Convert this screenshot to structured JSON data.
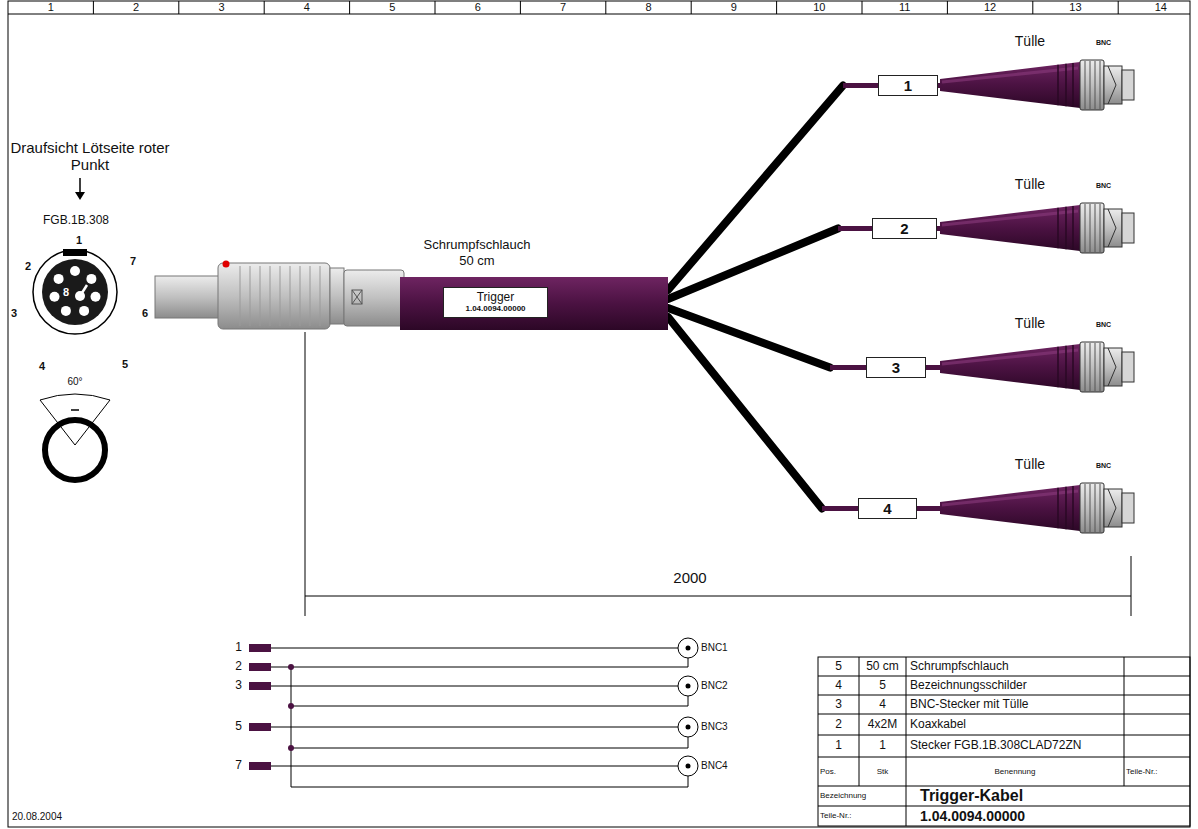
{
  "diagram": {
    "nodes": [
      {
        "text": [
          "Schrumpfschlauch 50 cm"
        ]
      },
      {
        "text": [
          "Trigger",
          "1.04.0094.00000"
        ],
        "in": 0
      },
      {
        "text": [
          "1"
        ]
      },
      {
        "text": [
          "2"
        ]
      },
      {
        "text": [
          "3"
        ]
      },
      {
        "text": [
          "4"
        ]
      },
      {
        "text": [
          "Tülle",
          "BNC"
        ]
      },
      {
        "text": [
          "Tülle",
          "BNC"
        ]
      },
      {
        "text": [
          "Tülle",
          "BNC"
        ]
      },
      {
        "text": [
          "Tülle",
          "BNC"
        ]
      }
    ],
    "edges": [
      {
        "from": 0,
        "to": 2,
        "arrow": "none"
      },
      {
        "from": 0,
        "to": 3,
        "arrow": "none"
      },
      {
        "from": 0,
        "to": 4,
        "arrow": "none"
      },
      {
        "from": 0,
        "to": 5,
        "arrow": "none"
      },
      {
        "from": 2,
        "to": 6,
        "arrow": "none"
      },
      {
        "from": 3,
        "to": 7,
        "arrow": "none"
      },
      {
        "from": 4,
        "to": 8,
        "arrow": "none"
      },
      {
        "from": 5,
        "to": 9,
        "arrow": "none"
      }
    ],
    "labels": [
      "1",
      "2",
      "3",
      "4",
      "5",
      "6",
      "7",
      "8",
      "9",
      "10",
      "11",
      "12",
      "13",
      "14",
      "Draufsicht Lötseite roter Punkt",
      "FGB.1B.308",
      "1",
      "2",
      "7",
      "3",
      "8",
      "6",
      "4",
      "5",
      "60°",
      "2000",
      "1",
      "2",
      "3",
      "5",
      "7",
      "BNC1",
      "BNC2",
      "BNC3",
      "BNC4",
      "5",
      "50 cm",
      "Schrumpfschlauch",
      "4",
      "5",
      "Bezeichnungsschilder",
      "3",
      "4",
      "BNC-Stecker mit Tülle",
      "2",
      "4x2M",
      "Koaxkabel",
      "1",
      "1",
      "Stecker FGB.1B.308CLAD72ZN",
      "Pos.",
      "Stk",
      "Benennung",
      "Teile-Nr.:",
      "Bezeichnung",
      "Trigger-Kabel",
      "Teile-Nr.:",
      "1.04.0094.00000",
      "20.08.2004"
    ]
  }
}
